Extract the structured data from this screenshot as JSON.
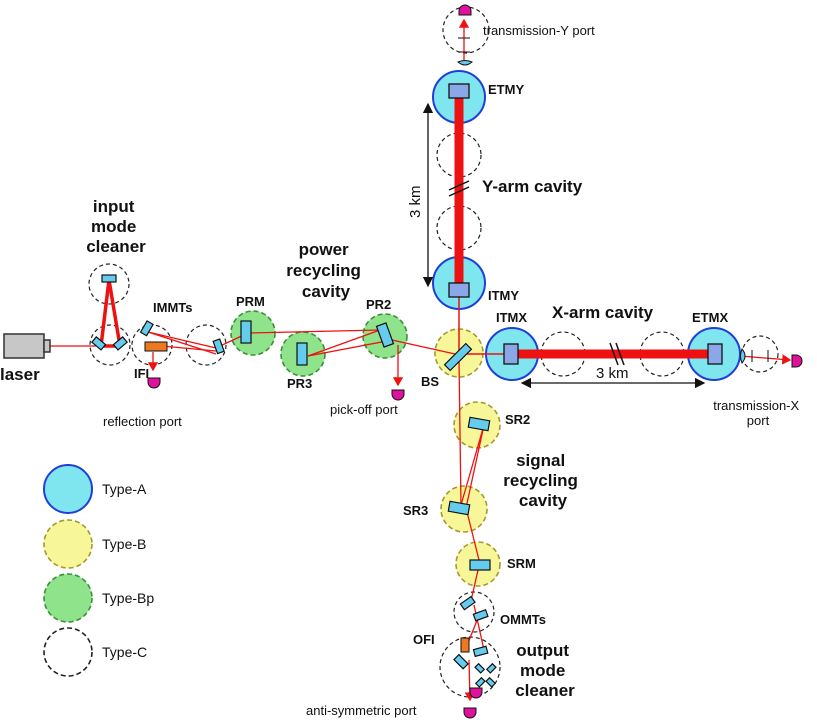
{
  "labels": {
    "laser": "laser",
    "imc": [
      "input",
      "mode",
      "cleaner"
    ],
    "immts": "IMMTs",
    "ifi": "IFI",
    "reflection_port": "reflection port",
    "prm": "PRM",
    "prc": [
      "power",
      "recycling",
      "cavity"
    ],
    "pr2": "PR2",
    "pr3": "PR3",
    "pickoff_port": "pick-off port",
    "bs": "BS",
    "itmx": "ITMX",
    "etmx": "ETMX",
    "xarm": "X-arm cavity",
    "x_km": "3 km",
    "transmission_x": [
      "transmission-X",
      "port"
    ],
    "itmy": "ITMY",
    "etmy": "ETMY",
    "yarm": "Y-arm cavity",
    "y_km": "3 km",
    "transmission_y": "transmission-Y port",
    "sr2": "SR2",
    "sr3": "SR3",
    "srm": "SRM",
    "src": [
      "signal",
      "recycling",
      "cavity"
    ],
    "ommts": "OMMTs",
    "ofi": "OFI",
    "omc": [
      "output",
      "mode",
      "cleaner"
    ],
    "as_port": "anti-symmetric port"
  },
  "legend": [
    {
      "label": "Type-A",
      "fill": "#7fe6f0",
      "stroke": "#1f3fd6",
      "dashed": false
    },
    {
      "label": "Type-B",
      "fill": "#f7f79a",
      "stroke": "#a39a2c",
      "dashed": true
    },
    {
      "label": "Type-Bp",
      "fill": "#8fe38a",
      "stroke": "#3a8f3a",
      "dashed": true
    },
    {
      "label": "Type-C",
      "fill": "#ffffff",
      "stroke": "#222222",
      "dashed": true
    }
  ],
  "colors": {
    "beam": "#ee1111",
    "mirror": "#66ccee",
    "test_mass": "#8aa8e8",
    "isolator": "#ee7722",
    "photodetector": "#e0119e"
  }
}
